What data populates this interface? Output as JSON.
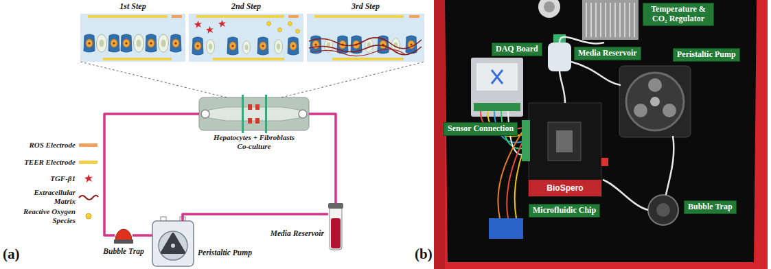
{
  "diagram": {
    "nodes": [
      {
        "text": [
          "1st Step"
        ]
      },
      {
        "text": [
          "2nd Step"
        ]
      },
      {
        "text": [
          "3rd Step"
        ]
      },
      {
        "text": [
          "Hepatocytes + Fibroblasts Co-culture"
        ]
      },
      {
        "text": [
          "Bubble Trap"
        ]
      },
      {
        "text": [
          "Peristaltic Pump"
        ]
      },
      {
        "text": [
          "Media Reservoir"
        ]
      },
      {
        "text": [
          "Temperature & CO₂ Regulator"
        ]
      },
      {
        "text": [
          "DAQ Board"
        ]
      },
      {
        "text": [
          "Media Reservoir"
        ]
      },
      {
        "text": [
          "Peristaltic Pump"
        ]
      },
      {
        "text": [
          "Sensor Connection"
        ]
      },
      {
        "text": [
          "Microfluidic Chip"
        ]
      },
      {
        "text": [
          "Bubble Trap"
        ]
      }
    ],
    "edges": [
      {
        "from": 3,
        "to": 0,
        "arrow": "none"
      },
      {
        "from": 3,
        "to": 2,
        "arrow": "none"
      },
      {
        "from": 3,
        "to": 4,
        "arrow": "none"
      },
      {
        "from": 4,
        "to": 5,
        "arrow": "none"
      },
      {
        "from": 5,
        "to": 6,
        "arrow": "none"
      },
      {
        "from": 6,
        "to": 3,
        "arrow": "none"
      }
    ],
    "labels": [
      "(a)",
      "(b)",
      "BioSpero"
    ],
    "legend": [
      {
        "text": "ROS Electrode",
        "color": "#f4a259"
      },
      {
        "text": "TEER Electrode",
        "color": "#f2d14a"
      },
      {
        "text": "TGF-β1"
      },
      {
        "text": "Extracellular Matrix"
      },
      {
        "text": "Reactive Oxygen Species"
      }
    ]
  }
}
